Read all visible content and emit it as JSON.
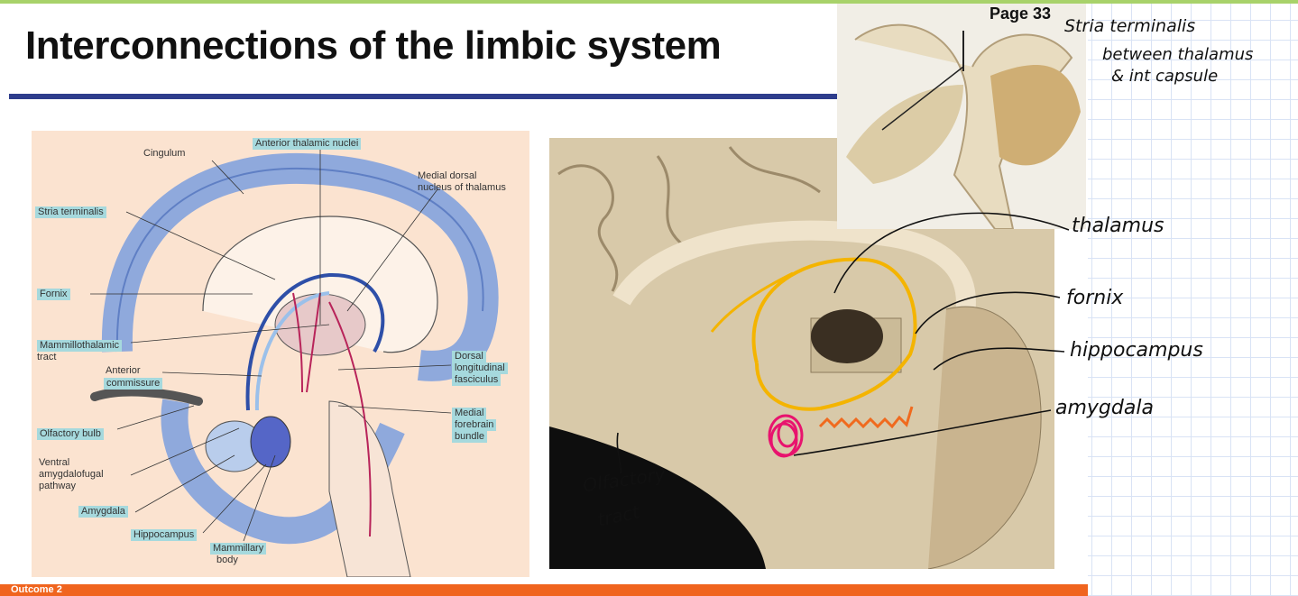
{
  "slide": {
    "title": "Interconnections of the limbic system",
    "footer": "Outcome 2",
    "page_number": "Page 33"
  },
  "diagram": {
    "labels": {
      "cingulum": "Cingulum",
      "anterior_thalamic": "Anterior thalamic nuclei",
      "medial_dorsal_1": "Medial dorsal",
      "medial_dorsal_2": "nucleus of thalamus",
      "stria_terminalis": "Stria terminalis",
      "fornix": "Fornix",
      "mammillothalamic_1": "Mammillothalamic",
      "mammillothalamic_2": "tract",
      "anterior_commissure_1": "Anterior",
      "anterior_commissure_2": "commissure",
      "olfactory_bulb": "Olfactory bulb",
      "ventral_1": "Ventral",
      "ventral_2": "amygdalofugal",
      "ventral_3": "pathway",
      "amygdala": "Amygdala",
      "hippocampus": "Hippocampus",
      "mammillary_1": "Mammillary",
      "mammillary_2": "body",
      "dorsal_1": "Dorsal",
      "dorsal_2": "longitudinal",
      "dorsal_3": "fasciculus",
      "medial_forebrain_1": "Medial",
      "medial_forebrain_2": "forebrain",
      "medial_forebrain_3": "bundle"
    },
    "colors": {
      "panel": "#fbe3d0",
      "highlight": "#a6d9dd",
      "fiber": "#7f9fd6",
      "red_tract": "#b8245a"
    }
  },
  "annotations": {
    "stria_terminalis": "Stria terminalis",
    "between_1": "between thalamus",
    "between_2": "& int capsule",
    "thalamus": "thalamus",
    "fornix": "fornix",
    "hippocampus": "hippocampus",
    "amygdala": "amygdala",
    "olfactory_1": "Olfactory",
    "olfactory_2": "tract"
  }
}
